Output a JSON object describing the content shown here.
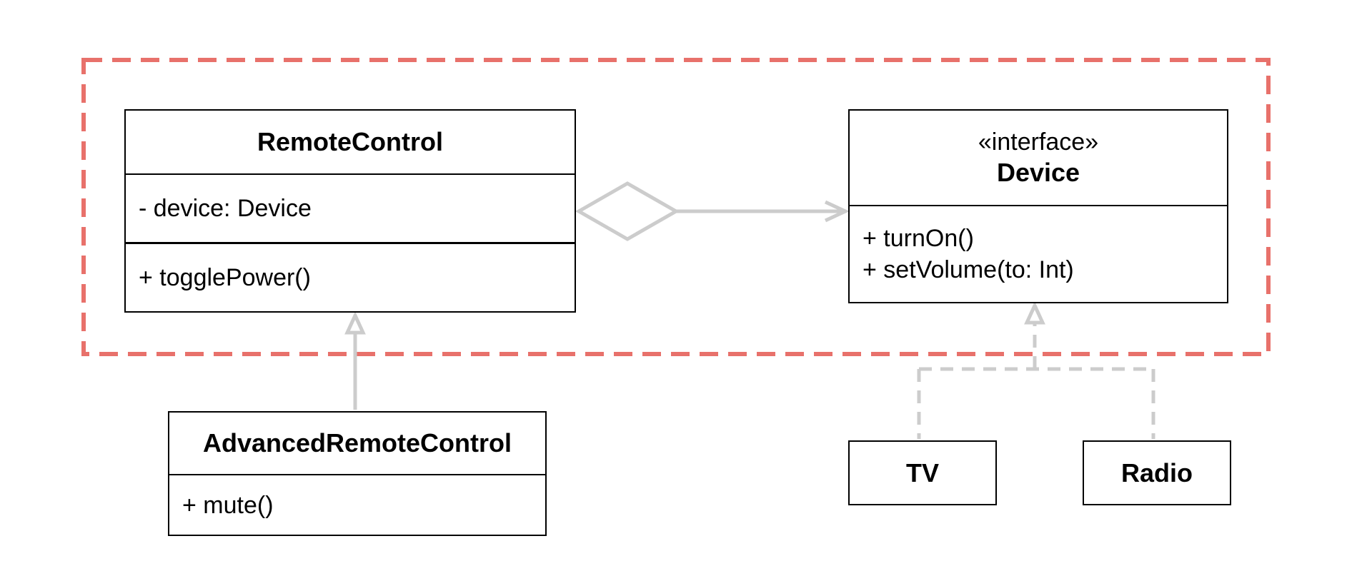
{
  "diagram": {
    "classes": {
      "remote_control": {
        "name": "RemoteControl",
        "attributes": [
          "- device: Device"
        ],
        "operations": [
          "+ togglePower()"
        ]
      },
      "device": {
        "stereotype": "«interface»",
        "name": "Device",
        "operations": [
          "+ turnOn()",
          "+ setVolume(to: Int)"
        ]
      },
      "advanced_remote_control": {
        "name": "AdvancedRemoteControl",
        "operations": [
          "+ mute()"
        ]
      },
      "tv": {
        "name": "TV"
      },
      "radio": {
        "name": "Radio"
      }
    },
    "relationships": [
      {
        "type": "aggregation",
        "from": "RemoteControl",
        "to": "Device"
      },
      {
        "type": "generalization",
        "from": "AdvancedRemoteControl",
        "to": "RemoteControl"
      },
      {
        "type": "realization",
        "from": "TV",
        "to": "Device"
      },
      {
        "type": "realization",
        "from": "Radio",
        "to": "Device"
      }
    ],
    "colors": {
      "group_border": "#e8716b",
      "connector": "#cccccc",
      "class_border": "#000000"
    }
  }
}
